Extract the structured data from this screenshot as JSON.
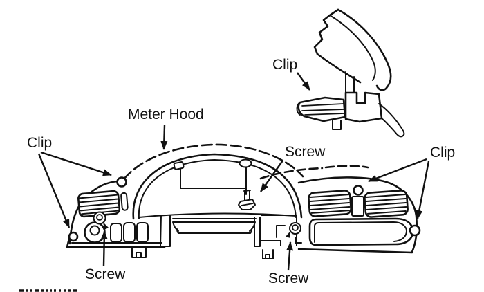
{
  "diagram": {
    "background": "#ffffff",
    "ink": "#111111",
    "callouts": {
      "inset_clip": "Clip",
      "meter_hood": "Meter Hood",
      "left_clip": "Clip",
      "center_screw": "Screw",
      "right_clip": "Clip",
      "left_screw": "Screw",
      "bottom_screw": "Screw"
    }
  }
}
